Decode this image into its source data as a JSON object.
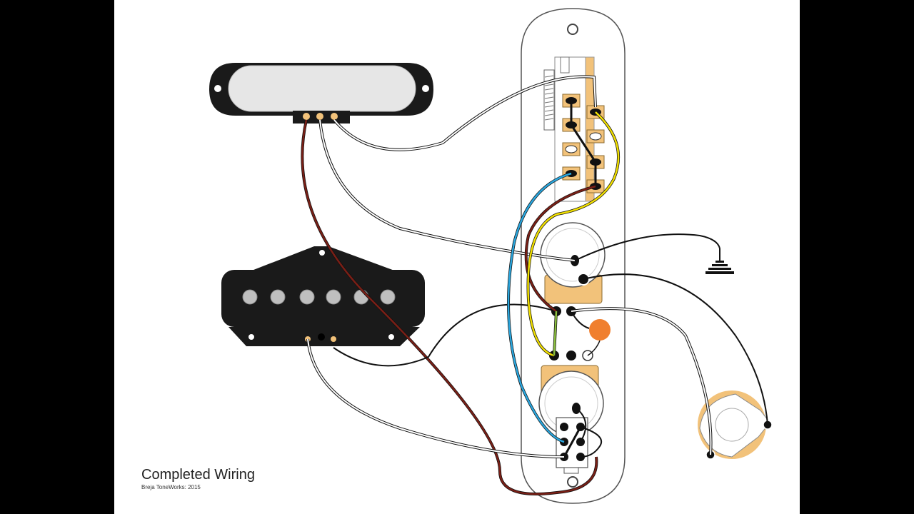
{
  "caption": {
    "title": "Completed Wiring",
    "credit": "Breja ToneWorks: 2015"
  },
  "colors": {
    "background": "#000000",
    "canvas": "#ffffff",
    "pickup_body": "#1a1a1a",
    "pickup_cover": "#e6e6e6",
    "pot_lug_color": "#f2c27a",
    "wire_red": "#7a1f16",
    "wire_yellow": "#f2e000",
    "wire_blue": "#2aa7df",
    "wire_green": "#8bbf3f",
    "wire_black": "#111111",
    "wire_white": "#ffffff",
    "capacitor": "#f07f2e"
  },
  "components": [
    "neck-pickup",
    "bridge-pickup",
    "control-plate",
    "3-way-switch",
    "volume-pot",
    "tone-pot",
    "capacitor",
    "push-pull-switch",
    "output-jack",
    "ground-symbol"
  ]
}
